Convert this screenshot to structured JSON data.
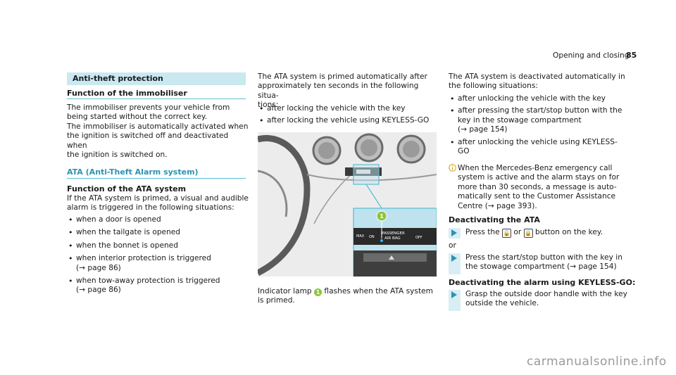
{
  "header": {
    "section": "Opening and closing",
    "page_number": "85"
  },
  "col1": {
    "title": "Anti-theft protection",
    "immobiliser_heading": "Function of the immobiliser",
    "immobiliser_p1_l1": "The immobiliser prevents your vehicle from",
    "immobiliser_p1_l2": "being started without the correct key.",
    "immobiliser_p2_l1": "The immobiliser is automatically activated when",
    "immobiliser_p2_l2": "the ignition is switched off and deactivated when",
    "immobiliser_p2_l3": "the ignition is switched on.",
    "ata_heading": "ATA (Anti-Theft Alarm system)",
    "ata_function_heading": "Function of the ATA system",
    "ata_intro_l1": "If the ATA system is primed, a visual and audible",
    "ata_intro_l2": "alarm is triggered in the following situations:",
    "bullets": [
      "when a door is opened",
      "when the tailgate is opened",
      "when the bonnet is opened",
      "when interior protection is triggered",
      "(→ page 86)",
      "when tow-away protection is triggered",
      "(→ page 86)"
    ]
  },
  "col2": {
    "intro_l1": "The ATA system is primed automatically after",
    "intro_l2": "approximately ten seconds in the following situa-",
    "intro_l3": "tions:",
    "bullets": [
      "after locking the vehicle with the key",
      "after locking the vehicle using KEYLESS-GO"
    ],
    "figure": {
      "callout": "1",
      "button1_label": "ON",
      "button2_label_l1": "PASSENGER",
      "button2_label_l2": "AIR BAG",
      "button3_label": "OFF",
      "button0_label": "MAX"
    },
    "caption_l1_a": "Indicator lamp",
    "caption_callout": "1",
    "caption_l1_b": "flashes when the ATA system",
    "caption_l2": "is primed."
  },
  "col3": {
    "intro_l1": "The ATA system is deactivated automatically in",
    "intro_l2": "the following situations:",
    "bullets": [
      "after unlocking the vehicle with the key",
      "after pressing the start/stop button with the",
      "key in the stowage compartment",
      "(→ page 154)",
      "after unlocking the vehicle using KEYLESS-",
      "GO"
    ],
    "note": [
      "When the Mercedes-Benz emergency call",
      "system is active and the alarm stays on for",
      "more than 30 seconds, a message is auto-",
      "matically sent to the Customer Assistance",
      "Centre (→ page 393)."
    ],
    "deactivating_heading": "Deactivating the ATA",
    "step1_a": "Press the",
    "step1_or": "or",
    "step1_b": "button on the key.",
    "or_label": "or",
    "step2_l1": "Press the start/stop button with the key in",
    "step2_l2": "the stowage compartment (→ page 154)",
    "keyless_heading": "Deactivating the alarm using KEYLESS-GO:",
    "step3_l1": "Grasp the outside door handle with the key",
    "step3_l2": "outside the vehicle."
  },
  "watermark": "carmanualsonline.info"
}
